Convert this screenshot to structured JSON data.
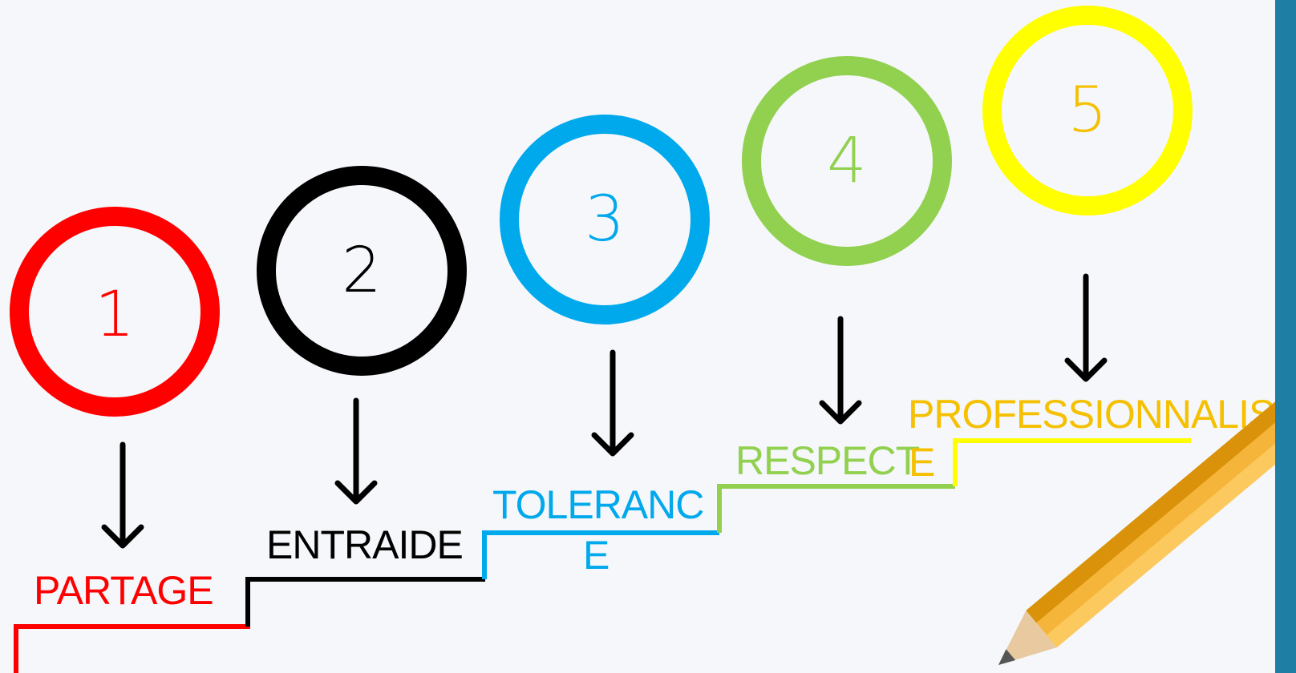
{
  "steps": [
    {
      "number": "1",
      "label": "PARTAGE",
      "color": "#ff0000"
    },
    {
      "number": "2",
      "label": "ENTRAIDE",
      "color": "#000000"
    },
    {
      "number": "3",
      "label_line1": "TOLERANC",
      "label_line2": "E",
      "color": "#00a8ec"
    },
    {
      "number": "4",
      "label": "RESPECT",
      "color": "#92d050"
    },
    {
      "number": "5",
      "label_line1": "PROFESSIONNALISM",
      "label_line2": "E",
      "color": "#ffff00",
      "text_color": "#f5c000"
    }
  ],
  "colors": {
    "background": "#f5f7fb",
    "side_bar": "#1e7ea3",
    "arrow": "#000000",
    "pencil_body": "#f5b53a",
    "pencil_dark": "#d9920a",
    "pencil_wood": "#e8c9a0"
  },
  "icons": [
    "down-arrow-icon",
    "pencil-icon"
  ]
}
